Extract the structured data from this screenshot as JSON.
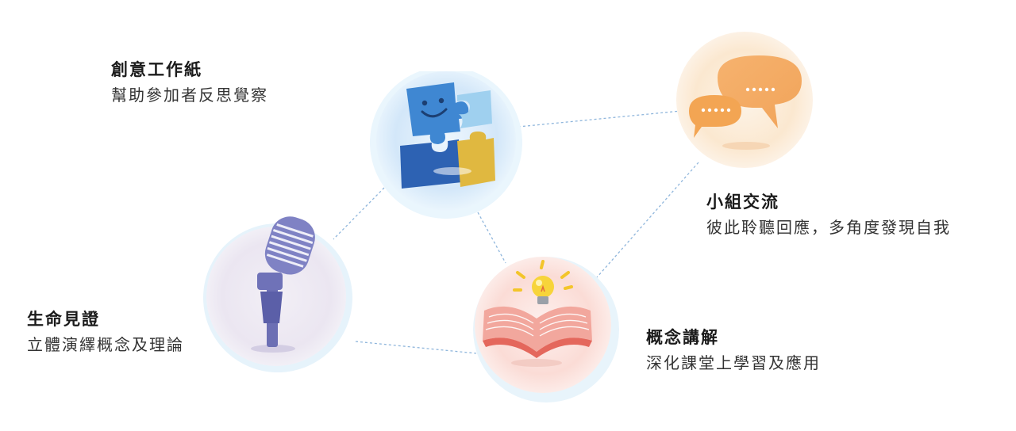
{
  "nodes": [
    {
      "id": "creative-worksheet",
      "title": "創意工作紙",
      "subtitle": "幫助參加者反思覺察",
      "icon": "puzzle-icon",
      "circle_color": "#d7e9fa"
    },
    {
      "id": "group-sharing",
      "title": "小組交流",
      "subtitle": "彼此聆聽回應，多角度發現自我",
      "icon": "speech-bubbles-icon",
      "circle_color": "#fbeee0"
    },
    {
      "id": "life-testimony",
      "title": "生命見證",
      "subtitle": "立體演繹概念及理論",
      "icon": "microphone-icon",
      "circle_color": "#ece8f2"
    },
    {
      "id": "concept-explanation",
      "title": "概念講解",
      "subtitle": "深化課堂上學習及應用",
      "icon": "open-book-lightbulb-icon",
      "circle_color": "#fbe1de"
    }
  ],
  "colors": {
    "connector": "#8fb6dc",
    "halo": "#dff0fb"
  }
}
